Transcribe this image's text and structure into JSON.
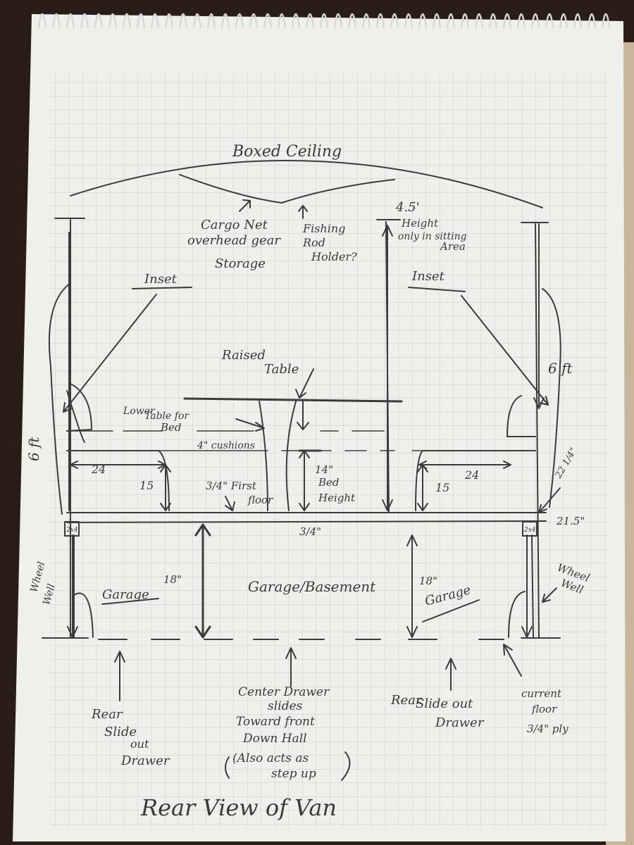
{
  "title": "Rear View of Van",
  "labels": {
    "boxed_ceiling": "Boxed Ceiling",
    "cargo_net": "Cargo Net",
    "overhead_gear": "overhead gear",
    "storage": "Storage",
    "fishing": "Fishing",
    "rod": "Rod",
    "holder": "Holder?",
    "height_value": "4.5'",
    "height_text1": "Height",
    "height_text2": "only in sitting",
    "height_text3": "Area",
    "inset_left": "Inset",
    "inset_right": "Inset",
    "raised": "Raised",
    "table": "Table",
    "lower_table1": "Lower",
    "lower_table2": "Table for",
    "lower_table3": "Bed",
    "cushions": "4\" cushions",
    "width_left": "24",
    "width_right": "24",
    "height_left": "15",
    "height_right": "15",
    "first_floor": "3/4\" First",
    "first_floor2": "floor",
    "bed_height1": "14\"",
    "bed_height2": "Bed",
    "bed_height3": "Height",
    "six_ft_left": "6 ft",
    "six_ft_right": "6 ft",
    "dim_22": "22 1/4\"",
    "dim_21": "21.5\"",
    "three_quarter": "3/4\"",
    "two_by_four_left": "2x4",
    "two_by_four_right": "2x4",
    "wheel_well_left1": "Wheel",
    "wheel_well_left2": "Well",
    "wheel_well_right1": "Wheel",
    "wheel_well_right2": "Well",
    "garage_left": "Garage",
    "garage_left_dim": "18\"",
    "garage_center": "Garage/Basement",
    "garage_right_dim": "18\"",
    "garage_right": "Garage",
    "rear_left1": "Rear",
    "rear_left2": "Slide",
    "rear_left3": "out",
    "rear_left4": "Drawer",
    "center1": "Center Drawer",
    "center2": "slides",
    "center3": "Toward front",
    "center4": "Down Hall",
    "center5": "(Also acts as",
    "center6": "step up",
    "rear_right1": "Rear",
    "rear_right2": "Slide out",
    "rear_right3": "Drawer",
    "current1": "current",
    "current2": "floor",
    "current3": "3/4\" ply"
  },
  "colors": {
    "paper": "#f1f1ee",
    "grid": "#b9c4cc",
    "pencil": "#3b3b3b",
    "background": "#2a1d17"
  }
}
